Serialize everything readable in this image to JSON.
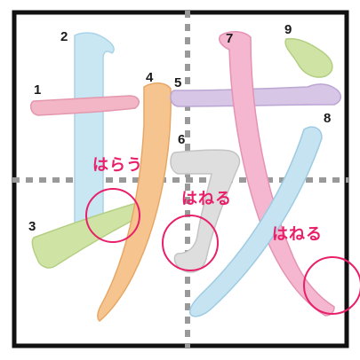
{
  "stroke_numbers": [
    "1",
    "2",
    "3",
    "4",
    "5",
    "6",
    "7",
    "8",
    "9"
  ],
  "callouts": {
    "harau": "はらう",
    "haneru_middle": "はねる",
    "haneru_right": "はねる"
  },
  "colors": {
    "frame": "#111111",
    "guide": "#999999",
    "stroke_1": "#f2b6c6",
    "stroke_2": "#c9e6f3",
    "stroke_3": "#cfe3a4",
    "stroke_4": "#f6c48f",
    "stroke_5": "#d7c6e6",
    "stroke_6": "#dedede",
    "stroke_7": "#f4b7cf",
    "stroke_8": "#c6e3f1",
    "stroke_9": "#cfe3a4",
    "callout_accent": "#e8206a"
  }
}
